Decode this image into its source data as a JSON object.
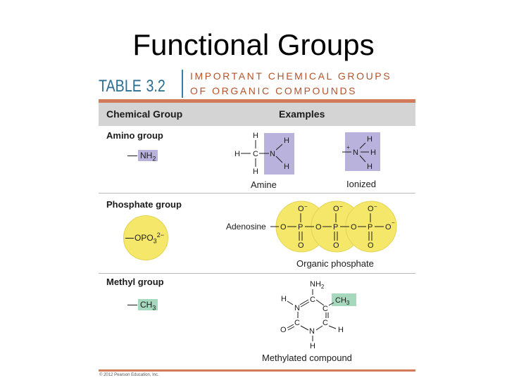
{
  "slide": {
    "title": "Functional Groups"
  },
  "table": {
    "label": "TABLE",
    "number": "3.2",
    "caption_line1": "IMPORTANT CHEMICAL GROUPS",
    "caption_line2": "OF ORGANIC COMPOUNDS",
    "columns": [
      "Chemical Group",
      "Examples"
    ],
    "rows": [
      {
        "name": "Amino group",
        "formula_main": "NH",
        "formula_sub": "2",
        "examples": [
          {
            "caption": "Amine",
            "atoms": {
              "h_top": "H",
              "h_left": "H",
              "c": "C",
              "n": "N",
              "h_right_top": "H",
              "h_bottom": "H",
              "h_right_bottom": "H"
            }
          },
          {
            "caption": "Ionized",
            "atoms": {
              "charge": "+",
              "n": "N",
              "h_top": "H",
              "h_right": "H",
              "h_bottom": "H"
            }
          }
        ],
        "highlight_color": "#b8b2dc"
      },
      {
        "name": "Phosphate group",
        "formula_main": "OPO",
        "formula_sub": "3",
        "formula_sup": "2−",
        "examples": [
          {
            "caption": "Organic phosphate",
            "prefix": "Adenosine",
            "atoms": {
              "o": "O",
              "p": "P",
              "o_minus": "O",
              "minus": "−"
            }
          }
        ],
        "highlight_color": "#f5e76a"
      },
      {
        "name": "Methyl group",
        "formula_main": "CH",
        "formula_sub": "3",
        "examples": [
          {
            "caption": "Methylated compound",
            "atoms": {
              "nh2": "NH",
              "nh2_sub": "2",
              "ch3": "CH",
              "ch3_sub": "3",
              "c": "C",
              "n": "N",
              "h": "H",
              "o": "O"
            }
          }
        ],
        "highlight_color": "#a5d8bd"
      }
    ],
    "copyright": "© 2012 Pearson Education, Inc."
  },
  "colors": {
    "accent_rule": "#d07a5a",
    "table_label": "#2a6e93",
    "caption": "#b5532a",
    "header_band": "#d4d4d4"
  }
}
